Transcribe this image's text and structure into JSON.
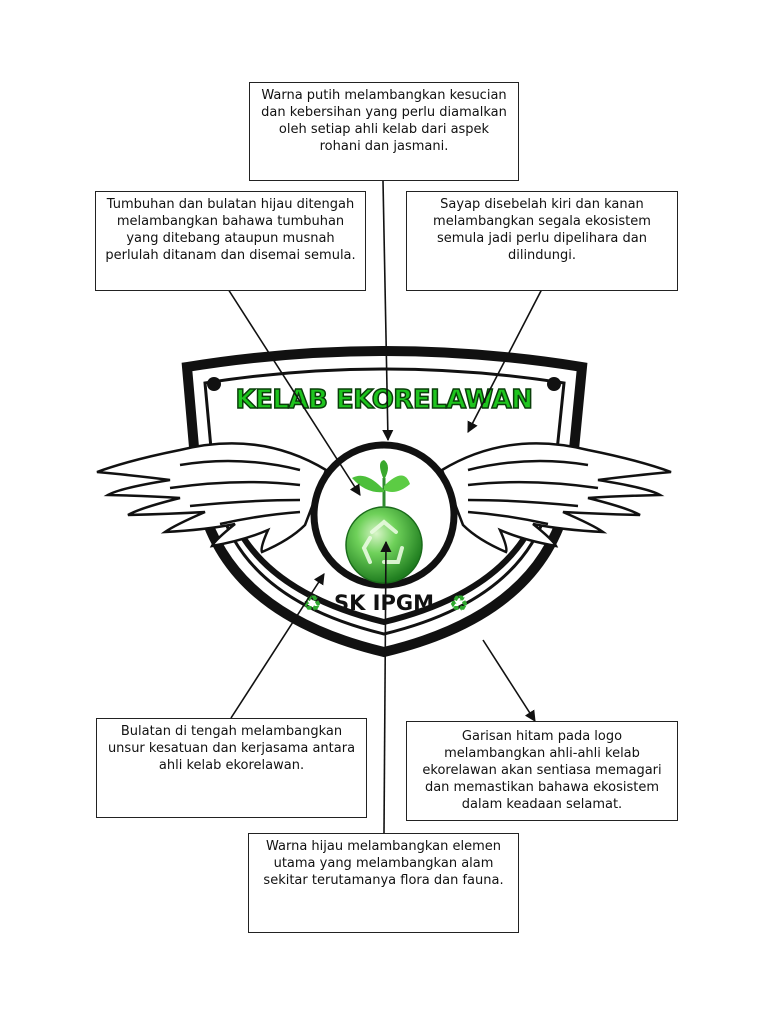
{
  "logo": {
    "title": "KELAB EKORELAWAN",
    "subtitle": "SK IPGM",
    "colors": {
      "title_fill": "#1ec51e",
      "title_stroke": "#0a3d0a",
      "globe": "#3fb83f",
      "outline": "#111111"
    }
  },
  "annotations": {
    "top": "Warna putih melambangkan kesucian dan kebersihan yang perlu diamalkan oleh setiap ahli kelab dari aspek rohani dan jasmani.",
    "top_left": "Tumbuhan dan bulatan hijau ditengah melambangkan bahawa tumbuhan yang ditebang ataupun musnah perlulah ditanam dan disemai semula.",
    "top_right": "Sayap disebelah kiri dan kanan melambangkan segala ekosistem semula jadi perlu dipelihara dan dilindungi.",
    "bottom_left": "Bulatan di tengah melambangkan unsur kesatuan dan kerjasama antara ahli kelab ekorelawan.",
    "bottom_right": "Garisan hitam pada logo melambangkan ahli-ahli kelab ekorelawan akan sentiasa memagari dan memastikan bahawa ekosistem dalam keadaan selamat.",
    "bottom": "Warna hijau melambangkan elemen utama yang melambangkan alam sekitar terutamanya flora dan fauna."
  }
}
